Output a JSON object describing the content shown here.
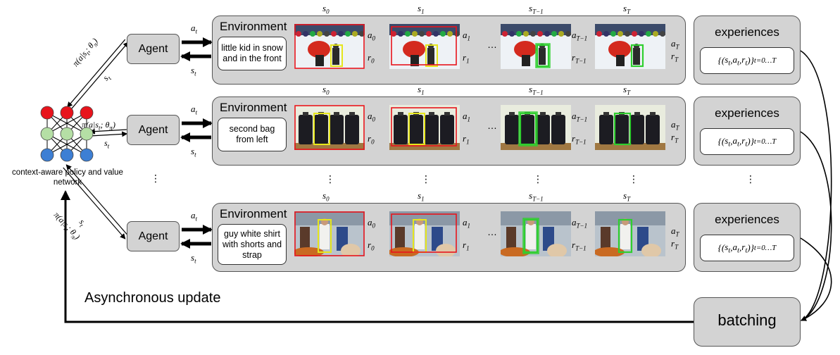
{
  "rows": [
    {
      "agent_label": "Agent",
      "env_title": "Environment",
      "phrase": "little kid in snow and in the front",
      "state_labels": [
        "s_0",
        "s_1",
        "s_{T-1}",
        "s_T"
      ],
      "action_labels": [
        "a_0",
        "a_1",
        "a_{T-1}"
      ],
      "reward_labels": [
        "r_0",
        "r_1",
        "r_{T-1}"
      ],
      "final_action": "a_T",
      "final_reward": "r_T",
      "agent_action_in": "a_t",
      "agent_state_out": "s_t",
      "experiences_title": "experiences",
      "experiences_formula": "{(s_t, a_t, r_t)}_{t=0...T}",
      "scene": "snow"
    },
    {
      "agent_label": "Agent",
      "env_title": "Environment",
      "phrase": "second bag from left",
      "state_labels": [
        "s_0",
        "s_1",
        "s_{T-1}",
        "s_T"
      ],
      "action_labels": [
        "a_0",
        "a_1",
        "a_{T-1}"
      ],
      "reward_labels": [
        "r_0",
        "r_1",
        "r_{T-1}"
      ],
      "final_action": "a_T",
      "final_reward": "r_T",
      "agent_action_in": "a_t",
      "agent_state_out": "s_t",
      "experiences_title": "experiences",
      "experiences_formula": "{(s_t, a_t, r_t)}_{t=0...T}",
      "scene": "bags"
    },
    {
      "agent_label": "Agent",
      "env_title": "Environment",
      "phrase": "guy white shirt with shorts and strap",
      "state_labels": [
        "s_0",
        "s_1",
        "s_{T-1}",
        "s_T"
      ],
      "action_labels": [
        "a_0",
        "a_1",
        "a_{T-1}"
      ],
      "reward_labels": [
        "r_0",
        "r_1",
        "r_{T-1}"
      ],
      "final_action": "a_T",
      "final_reward": "r_T",
      "agent_action_in": "a_t",
      "agent_state_out": "s_t",
      "experiences_title": "experiences",
      "experiences_formula": "{(s_t, a_t, r_t)}_{t=0...T}",
      "scene": "street"
    }
  ],
  "ellipsis": "…",
  "vertical_ellipsis": "⋮",
  "policy_network_label": "context-aware policy and value network",
  "policy_label": "π(a|s_t; θ_π)",
  "policy_state_label": "s_t",
  "async_label": "Asynchronous update",
  "batching_label": "batching",
  "colors": {
    "box_fill": "#d3d3d3",
    "node_top": "#e8141c",
    "node_mid": "#b5dfa5",
    "node_bottom": "#3d7fd4",
    "box_initial": "#e8141c",
    "box_final": "#2fcf2f",
    "box_target": "#e6e61c"
  }
}
